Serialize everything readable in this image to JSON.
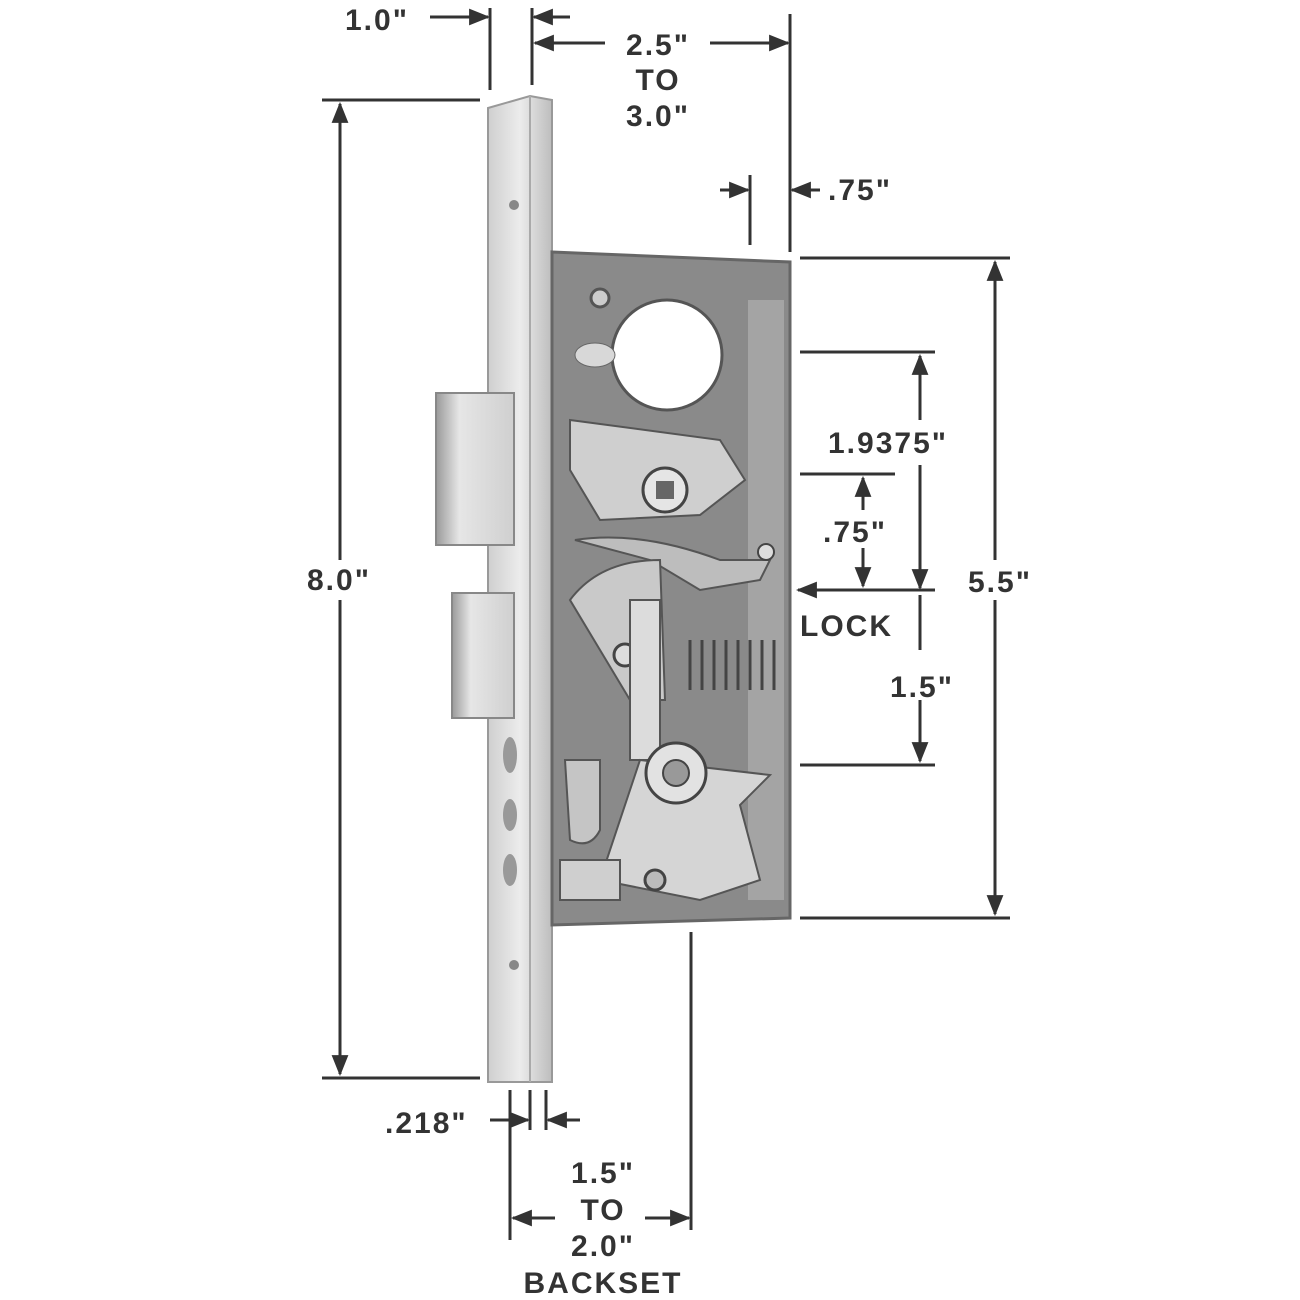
{
  "diagram": {
    "subject": "Mortise lock body with faceplate",
    "colors": {
      "ink": "#333333",
      "metal_light": "#e2e2e2",
      "metal_mid": "#bcbcbc",
      "metal_dark": "#6e6e6e",
      "case_interior": "#8a8a8a",
      "background": "#ffffff"
    },
    "dimensions": {
      "faceplate_width": "1.0\"",
      "case_depth_top": "2.5\"",
      "case_depth_to": "TO",
      "case_depth_max": "3.0\"",
      "case_offset": ".75\"",
      "overall_height": "8.0\"",
      "case_height": "5.5\"",
      "hub_to_cylinder": "1.9375\"",
      "lock_offset": ".75\"",
      "lock_label": "LOCK",
      "lock_to_bottom": "1.5\"",
      "faceplate_thickness": ".218\"",
      "backset_min": "1.5\"",
      "backset_to": "TO",
      "backset_max": "2.0\"",
      "backset_label": "BACKSET"
    }
  }
}
